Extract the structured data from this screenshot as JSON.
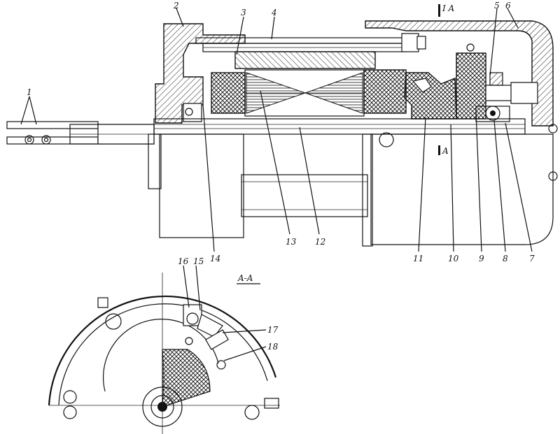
{
  "section_caption": "A-A",
  "section_mark_top": "I A",
  "section_mark_mid": "A",
  "callouts": [
    "1",
    "2",
    "3",
    "4",
    "5",
    "6",
    "7",
    "8",
    "9",
    "10",
    "11",
    "12",
    "13",
    "14",
    "15",
    "16",
    "17",
    "18"
  ]
}
